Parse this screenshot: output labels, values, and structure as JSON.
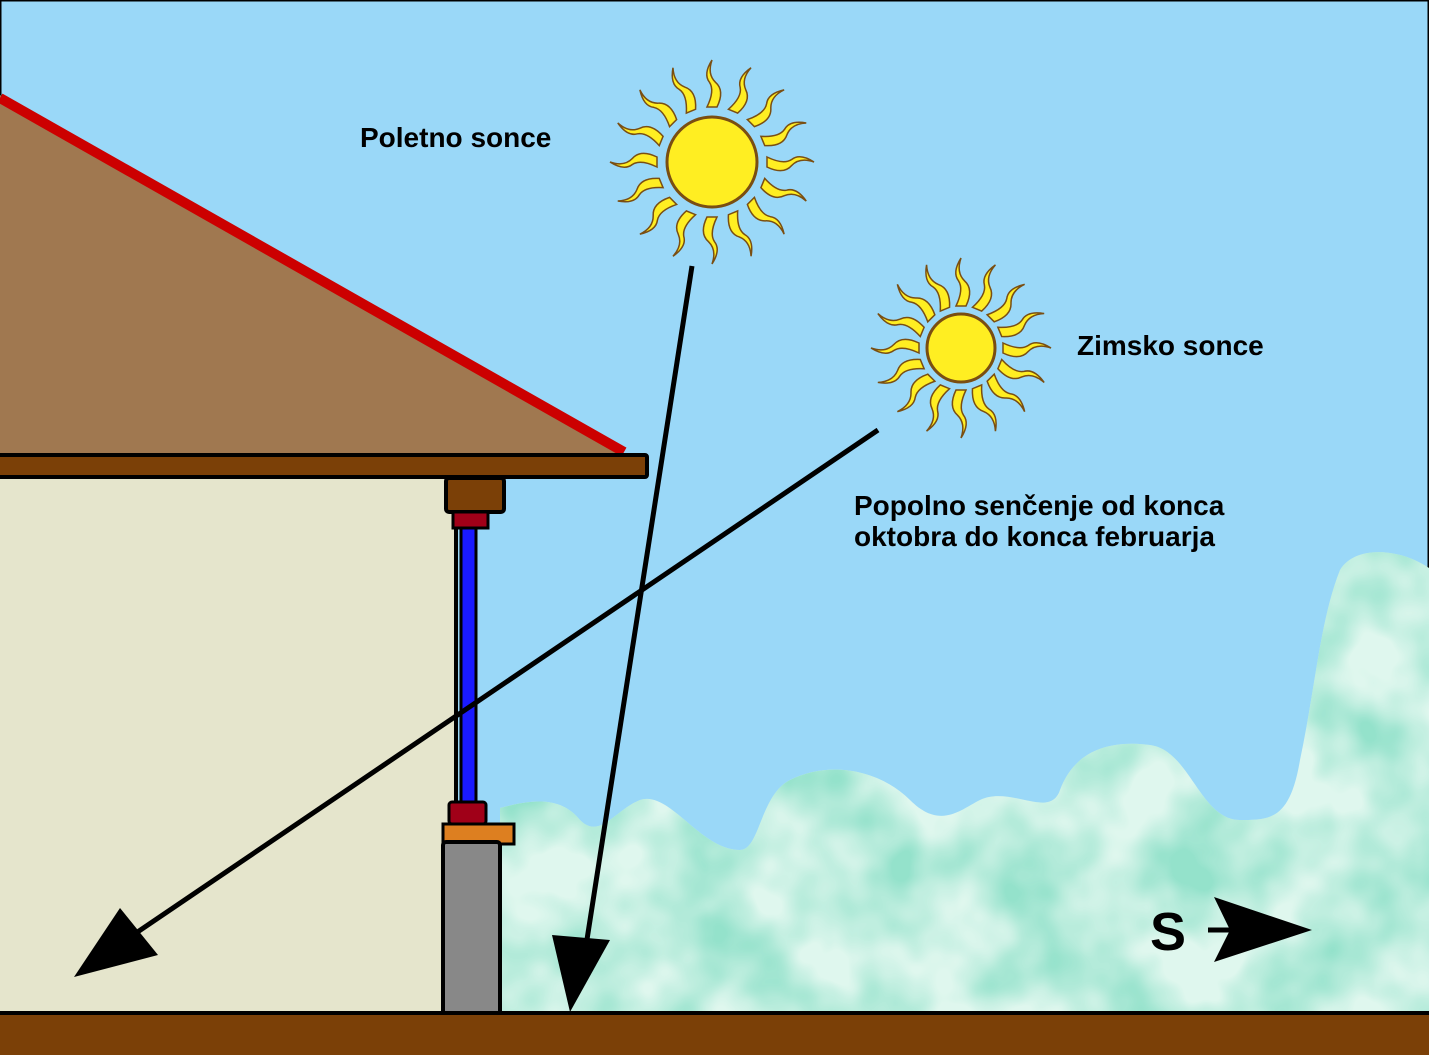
{
  "labels": {
    "summer_sun": "Poletno sonce",
    "winter_sun": "Zimsko sonce",
    "shading_line1": "Popolno senčenje od konca",
    "shading_line2": "oktobra do konca februarja",
    "south": "S"
  },
  "colors": {
    "sky": "#9ad8f8",
    "roof": "#a07850",
    "roof_edge": "#cc0000",
    "wall": "#e5e5cc",
    "ground": "#7b4007",
    "sun_fill": "#ffee22",
    "sun_outline": "#7a4e12",
    "bush_dark": "#44bb90",
    "bush_light": "#dff7ee",
    "post": "#1a1aff",
    "pillar": "#888888"
  },
  "icons": {
    "summer_sun": "sun-icon",
    "winter_sun": "sun-icon",
    "south_arrow": "arrow-right-icon"
  }
}
